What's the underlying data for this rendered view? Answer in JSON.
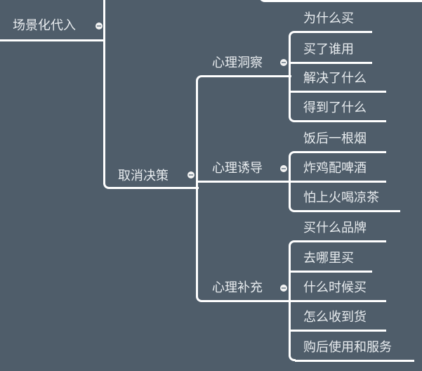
{
  "mindmap": {
    "background_color": "#4f5d6a",
    "line_color": "#ffffff",
    "text_color": "#e8ecef",
    "root_partial": {
      "label": "场景化代入",
      "collapse_icon": "minus-circle-icon"
    },
    "branch": {
      "label": "取消决策",
      "collapse_icon": "minus-circle-icon",
      "children": [
        {
          "label": "心理洞察",
          "collapse_icon": "minus-circle-icon",
          "children": [
            "为什么买",
            "买了谁用",
            "解决了什么",
            "得到了什么"
          ]
        },
        {
          "label": "心理诱导",
          "collapse_icon": "minus-circle-icon",
          "children": [
            "饭后一根烟",
            "炸鸡配啤酒",
            "怕上火喝凉茶"
          ]
        },
        {
          "label": "心理补充",
          "collapse_icon": "minus-circle-icon",
          "children": [
            "买什么品牌",
            "去哪里买",
            "什么时候买",
            "怎么收到货",
            "购后使用和服务"
          ]
        }
      ]
    }
  }
}
